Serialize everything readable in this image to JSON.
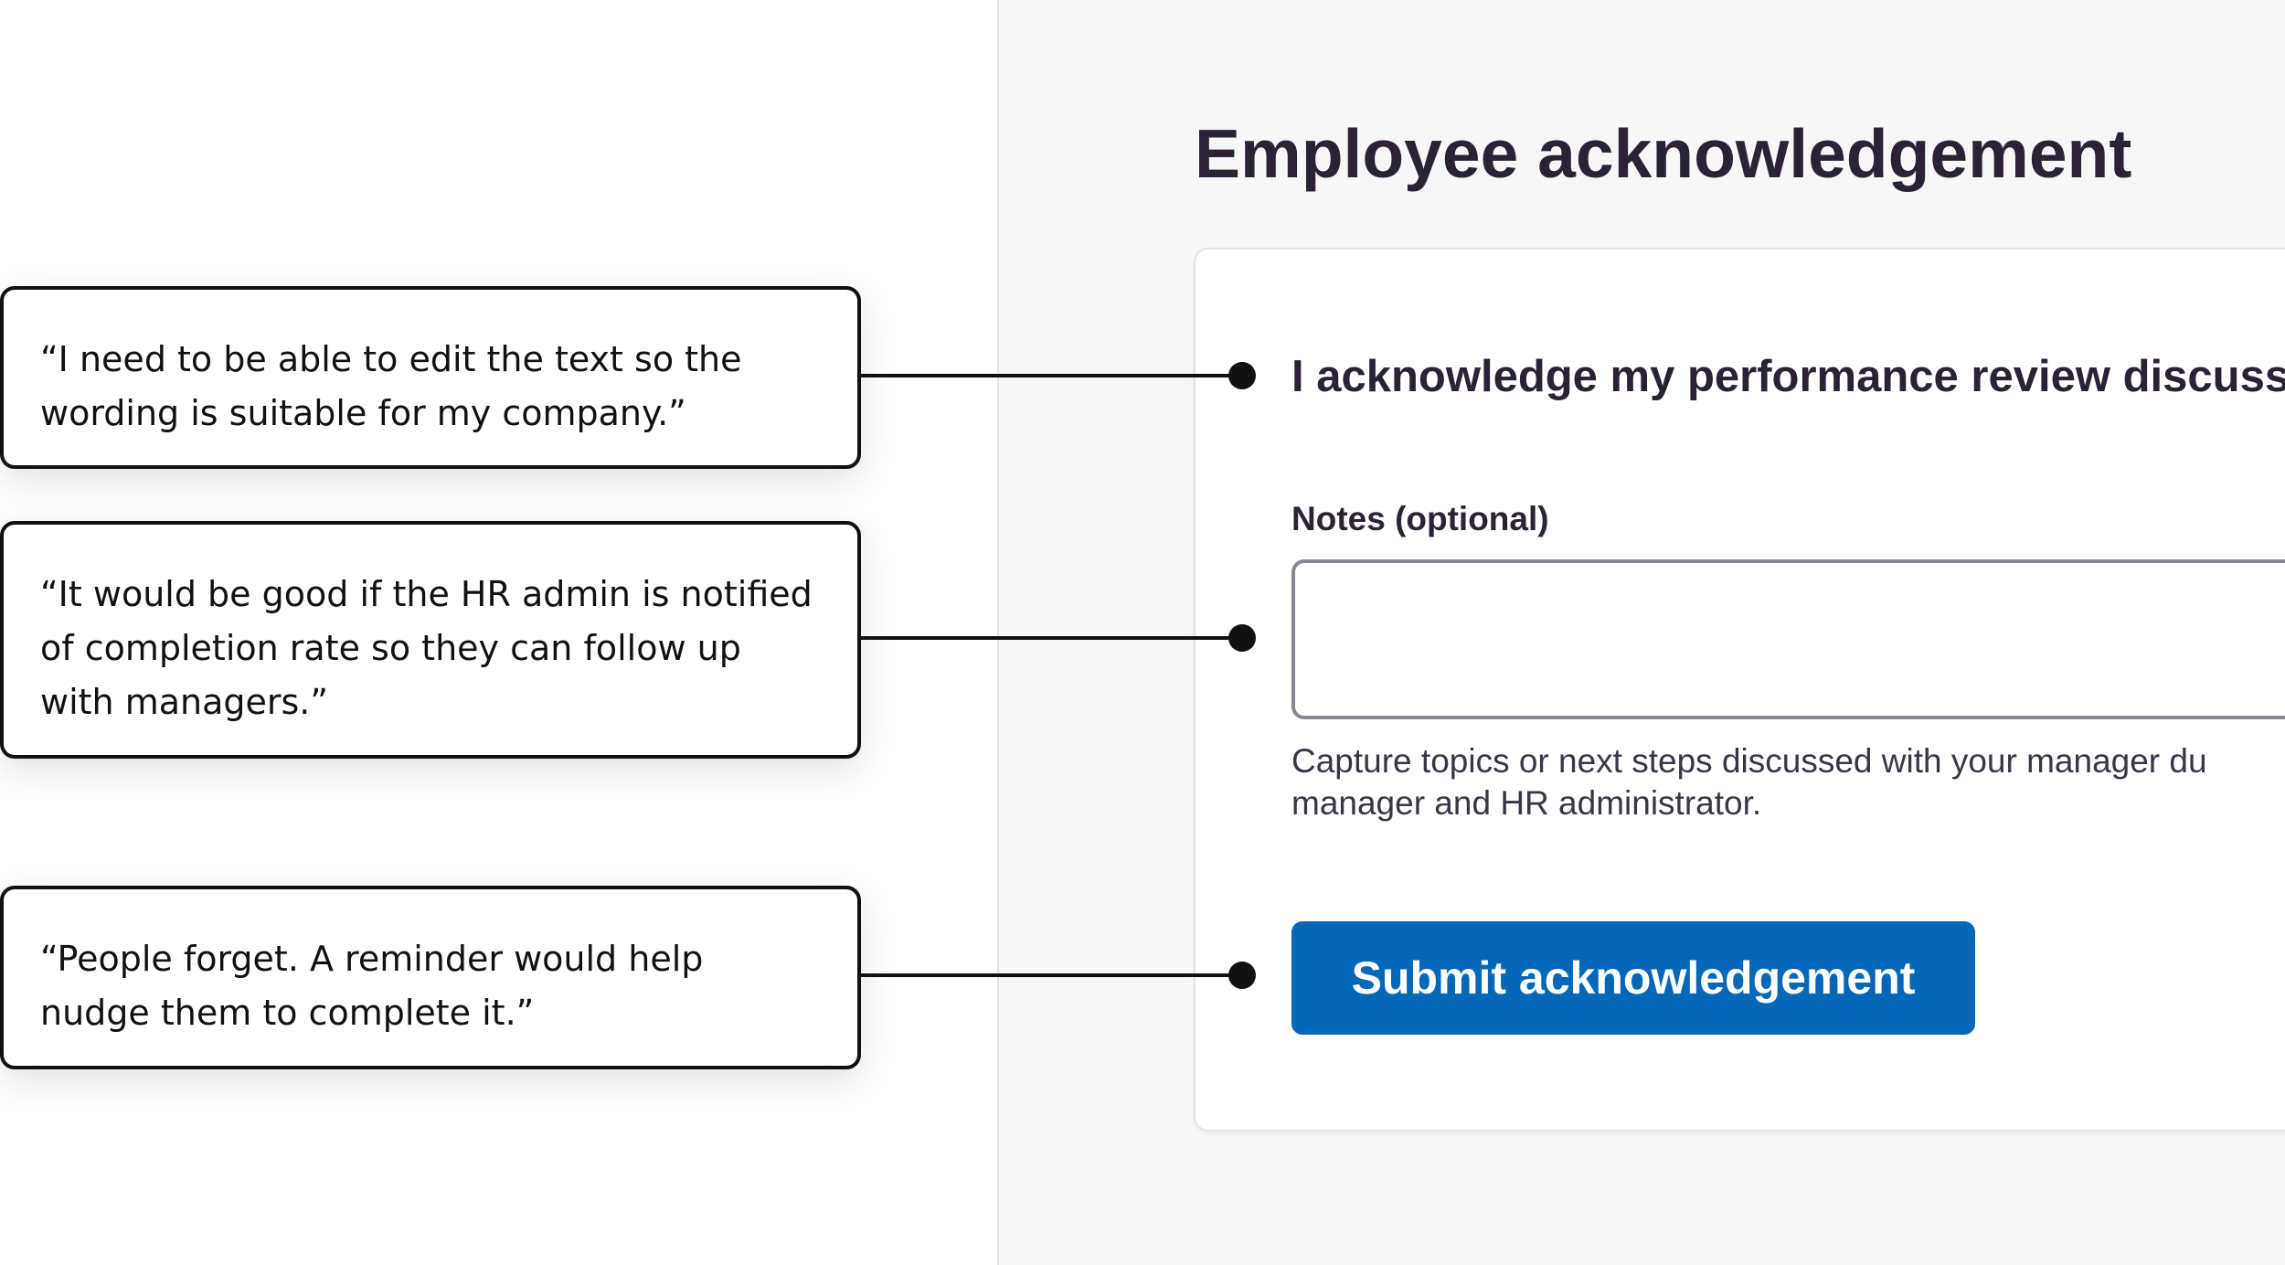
{
  "page": {
    "title": "Employee acknowledgement"
  },
  "form": {
    "acknowledgement_text": "I acknowledge my performance review discuss",
    "notes_label": "Notes (optional)",
    "notes_value": "",
    "notes_hint": "Capture topics or next steps discussed with your manager du manager and HR administrator.",
    "submit_label": "Submit acknowledgement"
  },
  "annotations": [
    {
      "quote": "“I need to be able to edit the text so the wording is suitable for my company.”"
    },
    {
      "quote": "“It would be good if the HR admin is notified of completion rate so they can follow up with managers.”"
    },
    {
      "quote": "“People forget. A reminder would help nudge them to complete it.”"
    }
  ],
  "colors": {
    "title_text": "#2b2236",
    "panel_background": "#f7f7f8",
    "button_primary": "#0567b8",
    "connector": "#111111"
  }
}
